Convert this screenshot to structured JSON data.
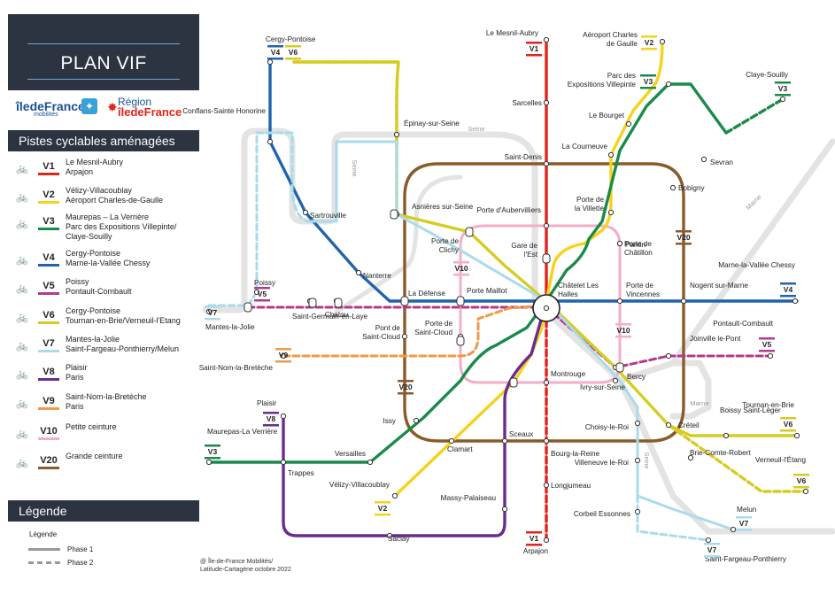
{
  "title": "PLAN VIF",
  "logos": {
    "idf": "îledeFrance",
    "idf_sub": "mobilités",
    "region_top": "Région",
    "region_bottom": "îledeFrance"
  },
  "sections": {
    "lines": "Pistes cyclables aménagées",
    "legend": "Légende",
    "legend_sub": "Légende",
    "phase1": "Phase 1",
    "phase2": "Phase 2"
  },
  "colors": {
    "V1": "#e2231a",
    "V2": "#f6d21c",
    "V3": "#1a8a4a",
    "V4": "#1f64ad",
    "V5": "#b23a8c",
    "V6": "#d6cc21",
    "V7": "#a9dbeb",
    "V8": "#6a2c8e",
    "V9": "#ee9a4a",
    "V10": "#f2aecb",
    "V20": "#8a5a2b",
    "sidebar": "#2b3440",
    "river": "#e3e3e3"
  },
  "lines": [
    {
      "code": "V1",
      "text": [
        "Le Mesnil-Aubry",
        "Arpajon"
      ]
    },
    {
      "code": "V2",
      "text": [
        "Vélizy-Villacoublay",
        "Aéroport Charles-de-Gaulle"
      ]
    },
    {
      "code": "V3",
      "text": [
        "Maurepas – La Verrière",
        "Parc des Expositions Villepinte/",
        "Claye-Souilly"
      ]
    },
    {
      "code": "V4",
      "text": [
        "Cergy-Pontoise",
        "Marne-la-Vallée Chessy"
      ]
    },
    {
      "code": "V5",
      "text": [
        "Poissy",
        "Pontault-Combault"
      ]
    },
    {
      "code": "V6",
      "text": [
        "Cergy-Pontoise",
        "Tournan-en-Brie/Verneuil-l'Etang"
      ]
    },
    {
      "code": "V7",
      "text": [
        "Mantes-la-Jolie",
        "Saint-Fargeau-Ponthierry/Melun"
      ]
    },
    {
      "code": "V8",
      "text": [
        "Plaisir",
        "Paris"
      ]
    },
    {
      "code": "V9",
      "text": [
        "Saint-Nom-la-Bretèche",
        "Paris"
      ]
    },
    {
      "code": "V10",
      "text": [
        "Petite ceinture"
      ]
    },
    {
      "code": "V20",
      "text": [
        "Grande ceinture"
      ]
    }
  ],
  "stations": [
    "Le Mesnil-Aubry",
    "Sarcelles",
    "Saint-Denis",
    "Porte d'Aubervilliers",
    "Gare de l'Est",
    "Châtelet Les Halles",
    "Montrouge",
    "Bourg-la-Reine",
    "Longjumeau",
    "Arpajon",
    "Aéroport Charles de Gaulle",
    "Le Bourget",
    "La Courneuve",
    "Porte de la Villette",
    "Porte de Châtillon",
    "Clamart",
    "Vélizy-Villacoublay",
    "Parc des Expositions Villepinte",
    "Claye-Souilly",
    "Sevran",
    "Bobigny",
    "Pantin",
    "Issy",
    "Versailles",
    "Trappes",
    "Maurepas-La Verrière",
    "Cergy-Pontoise",
    "Conflans-Sainte Honorine",
    "Sartrouville",
    "Nanterre",
    "La Défense",
    "Porte Maillot",
    "Porte de Vincennes",
    "Nogent sur-Marne",
    "Marne-la-Vallée Chessy",
    "Poissy",
    "Pontault-Combault",
    "Joinville le-Pont",
    "Bercy",
    "Choisy-le-Roi",
    "Villeneuve le-Roi",
    "Corbeil Essonnes",
    "Épinay-sur-Seine",
    "Asnières sur-Seine",
    "Porte de Clichy",
    "Créteil",
    "Boissy Saint-Léger",
    "Tournan-en-Brie",
    "Brie-Comte-Robert",
    "Verneuil-l'Étang",
    "Mantes-la-Jolie",
    "Saint-Germain-en-Laye",
    "Chatou",
    "Ivry-sur-Seine",
    "Melun",
    "Saint-Fargeau-Ponthierry",
    "Plaisir",
    "Massy-Palaiseau",
    "Saclay",
    "Sceaux",
    "Saint-Nom-la-Bretèche",
    "Pont de Saint-Cloud",
    "Porte de Saint-Cloud"
  ],
  "rivers": [
    "Seine",
    "Seine",
    "Seine",
    "Marne",
    "Marne"
  ],
  "credits": [
    "@ Île-de-France Mobilités/",
    "Latitude-Cartagène octobre 2022"
  ]
}
